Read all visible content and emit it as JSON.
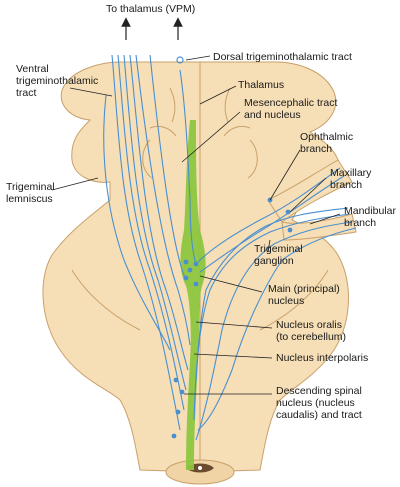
{
  "labels": {
    "to_thalamus": "To thalamus (VPM)",
    "dorsal_tract": "Dorsal trigeminothalamic tract",
    "ventral_tract": [
      "Ventral",
      "trigeminothalamic",
      "tract"
    ],
    "thalamus": "Thalamus",
    "mesencephalic": [
      "Mesencephalic tract",
      "and nucleus"
    ],
    "ophthalmic": [
      "Ophthalmic",
      "branch"
    ],
    "maxillary": [
      "Maxillary",
      "branch"
    ],
    "mandibular": [
      "Mandibular",
      "branch"
    ],
    "trigeminal_lemniscus": [
      "Trigeminal",
      "lemniscus"
    ],
    "trigeminal_ganglion": [
      "Trigeminal",
      "ganglion"
    ],
    "main_nucleus": [
      "Main (principal)",
      "nucleus"
    ],
    "nucleus_oralis": [
      "Nucleus oralis",
      "(to cerebellum)"
    ],
    "nucleus_interpolaris": "Nucleus interpolaris",
    "descending_spinal": [
      "Descending spinal",
      "nucleus (nucleus",
      "caudalis) and tract"
    ]
  },
  "colors": {
    "tissue": "#f6dfb6",
    "tissue_outline": "#c9a06a",
    "fibers": "#4a8fd0",
    "nucleus": "#8cc63f",
    "leader": "#222222"
  },
  "icons": [
    "up-arrow-icon",
    "fiber-node-icon",
    "spinal-cord-section-icon"
  ]
}
